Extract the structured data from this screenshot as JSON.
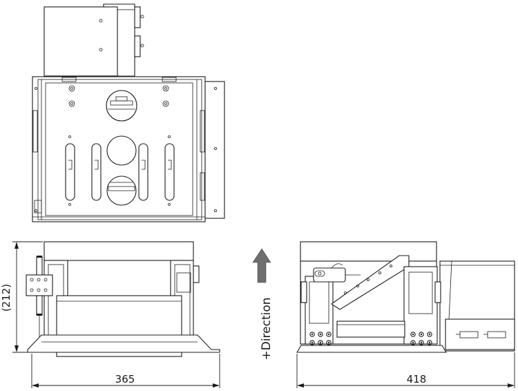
{
  "dimensions": {
    "height_label": "(212)",
    "front_width_label": "365",
    "side_width_label": "418"
  },
  "direction": {
    "label": "+Direction"
  },
  "colors": {
    "line": "#1a1a1a",
    "arrow_fill": "#6e6e6e",
    "background": "#ffffff"
  }
}
